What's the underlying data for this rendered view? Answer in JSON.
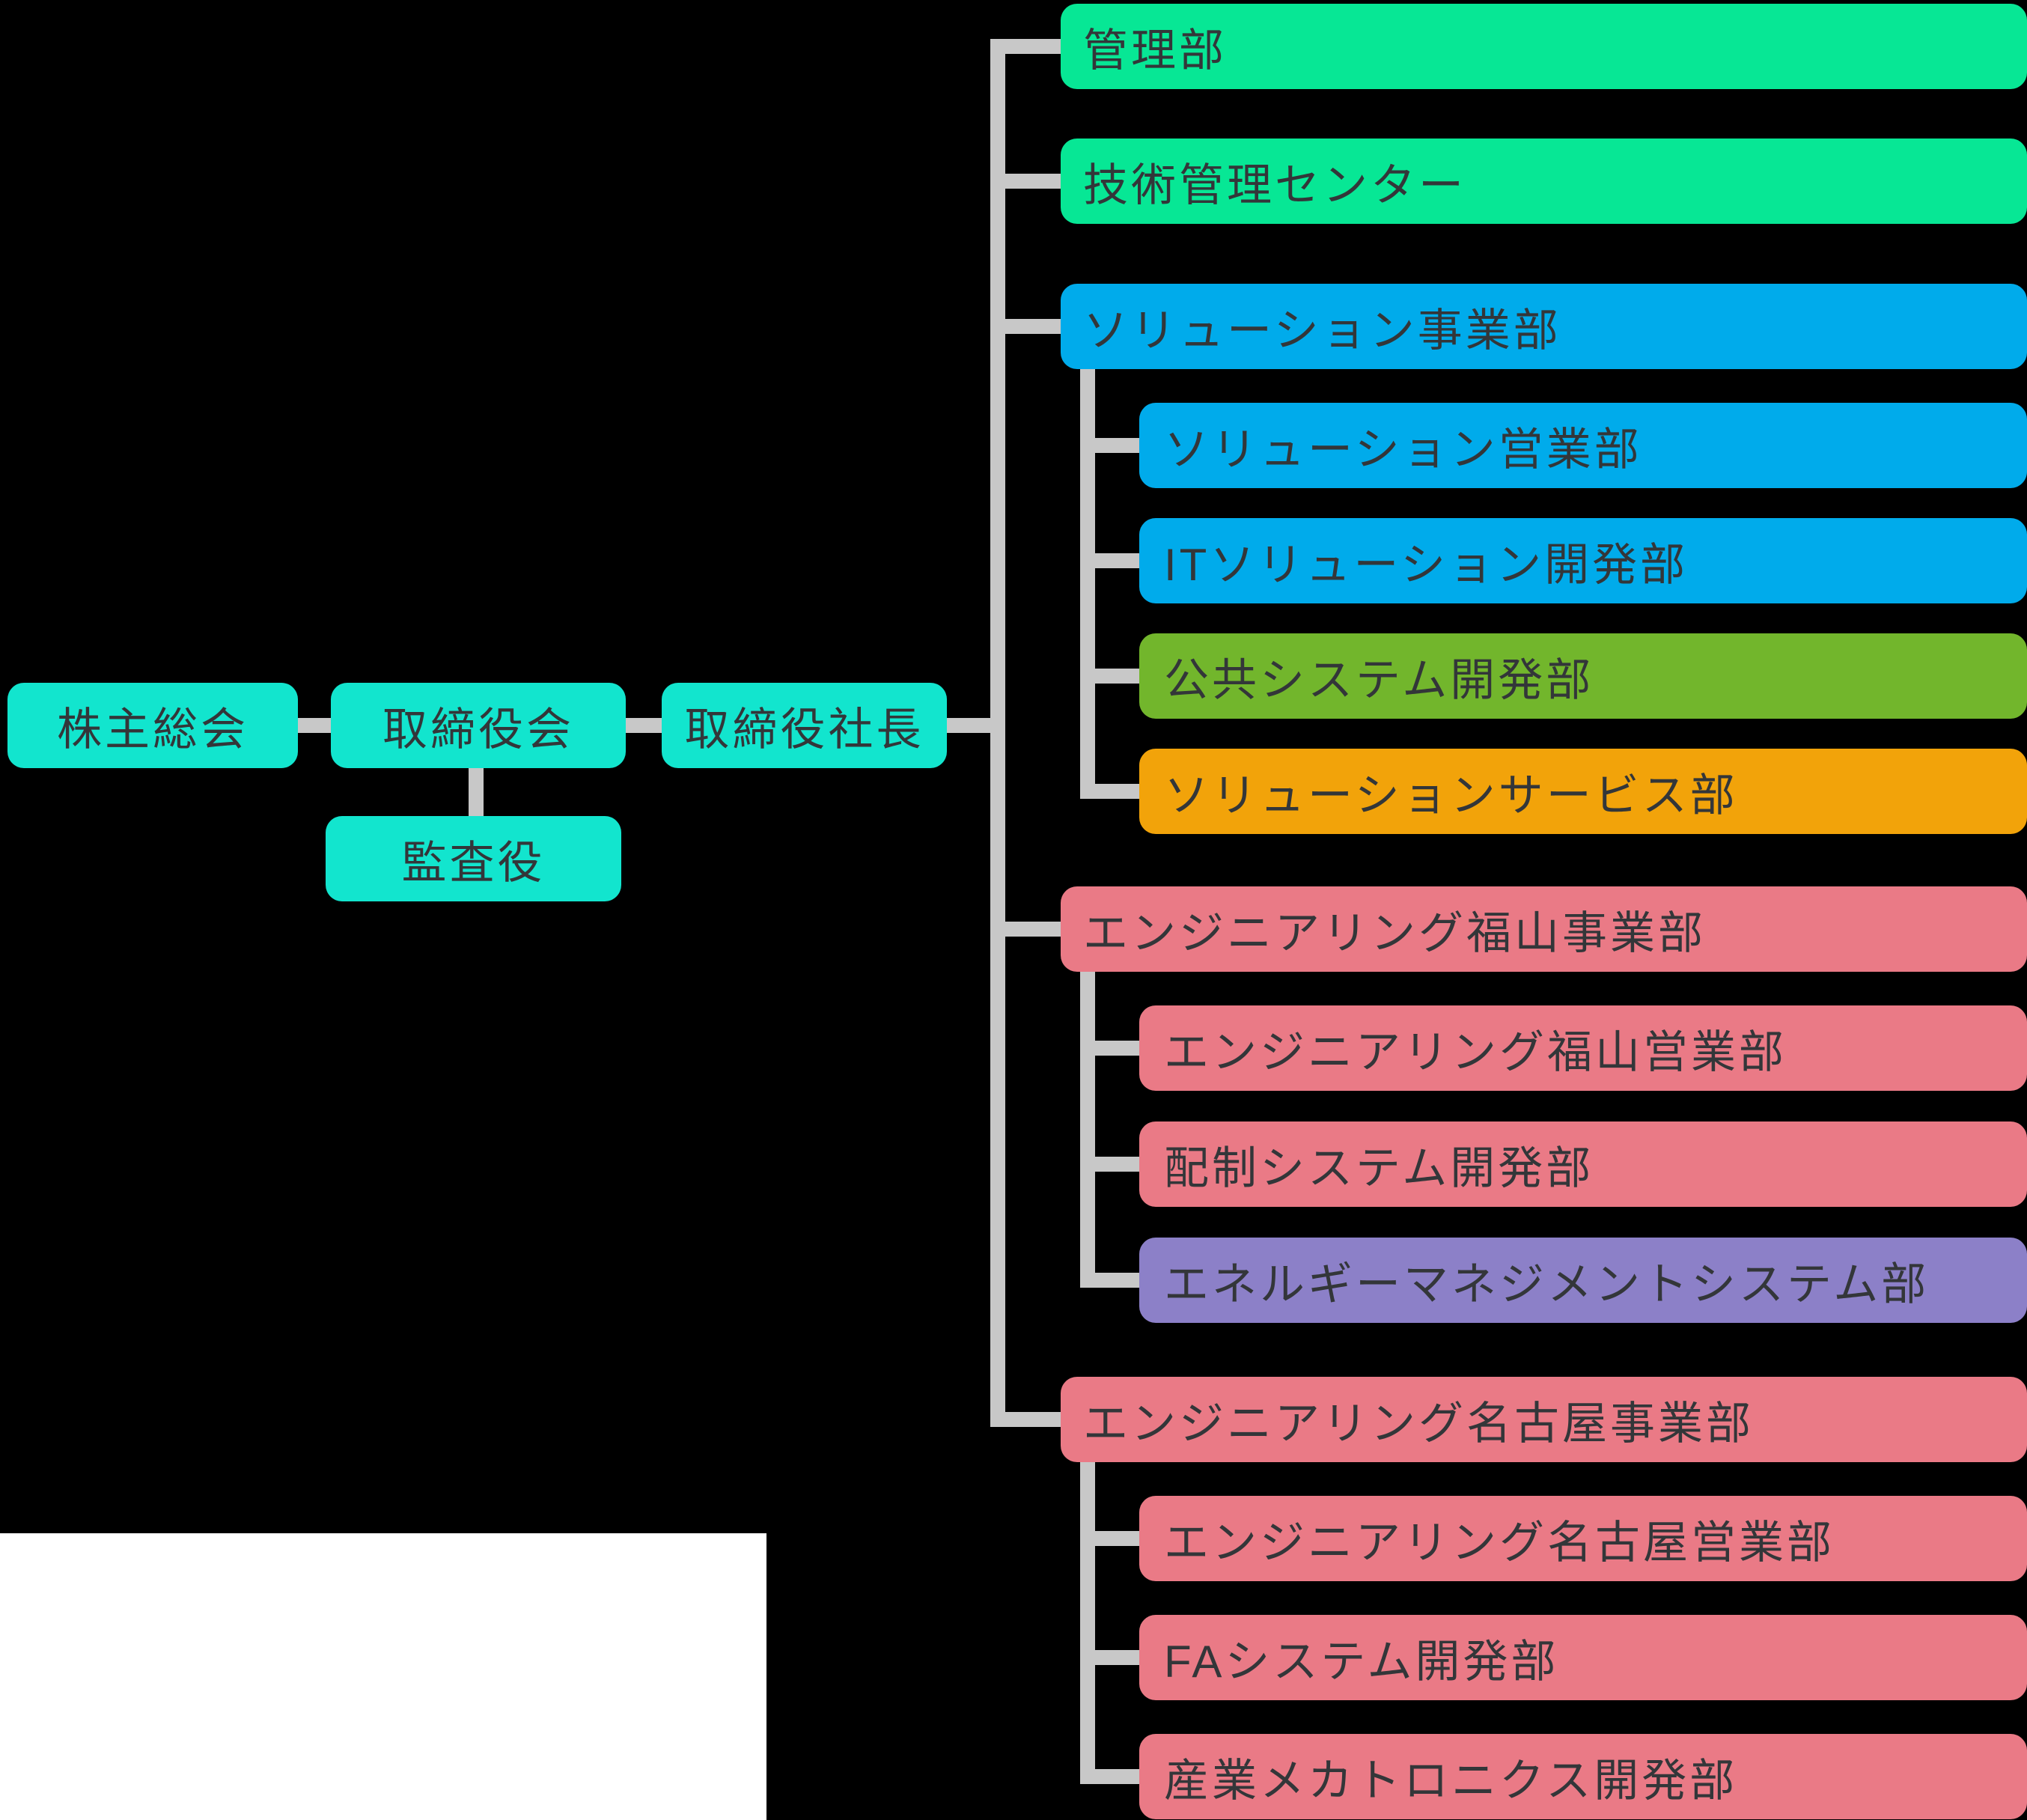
{
  "chart_title": "company-organization-chart",
  "colors": {
    "teal": "#12E5CE",
    "green": "#07E795",
    "blue": "#00ABEB",
    "lime": "#72B62C",
    "orange": "#F2A30A",
    "pink": "#EA7A86",
    "purple": "#8C80C8",
    "connector": "#C8C8C8",
    "text": "#333639",
    "background": "#000000",
    "panel": "#FFFFFF"
  },
  "governance": {
    "shareholders": {
      "label": "株主総会",
      "color": "teal"
    },
    "board": {
      "label": "取締役会",
      "color": "teal"
    },
    "president": {
      "label": "取締役社長",
      "color": "teal"
    },
    "auditor": {
      "label": "監査役",
      "color": "teal"
    }
  },
  "departments": [
    {
      "label": "管理部",
      "color": "green",
      "children": []
    },
    {
      "label": "技術管理センター",
      "color": "green",
      "children": []
    },
    {
      "label": "ソリューション事業部",
      "color": "blue",
      "children": [
        {
          "label": "ソリューション営業部",
          "color": "blue"
        },
        {
          "label": "ITソリューション開発部",
          "color": "blue"
        },
        {
          "label": "公共システム開発部",
          "color": "lime"
        },
        {
          "label": "ソリューションサービス部",
          "color": "orange"
        }
      ]
    },
    {
      "label": "エンジニアリング福山事業部",
      "color": "pink",
      "children": [
        {
          "label": "エンジニアリング福山営業部",
          "color": "pink"
        },
        {
          "label": "配制システム開発部",
          "color": "pink"
        },
        {
          "label": "エネルギーマネジメントシステム部",
          "color": "purple"
        }
      ]
    },
    {
      "label": "エンジニアリング名古屋事業部",
      "color": "pink",
      "children": [
        {
          "label": "エンジニアリング名古屋営業部",
          "color": "pink"
        },
        {
          "label": "FAシステム開発部",
          "color": "pink"
        },
        {
          "label": "産業メカトロニクス開発部",
          "color": "pink"
        }
      ]
    }
  ]
}
